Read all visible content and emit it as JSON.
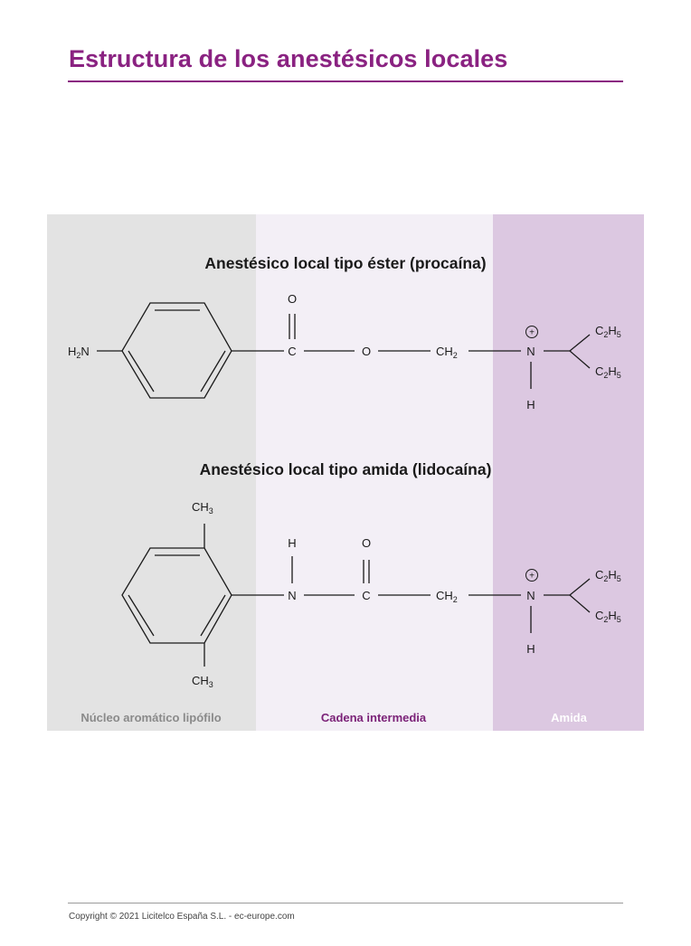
{
  "header": {
    "title": "Estructura de los anestésicos locales"
  },
  "diagram": {
    "ester": {
      "title": "Anestésico local tipo éster (procaína)",
      "amine_group": "H2N",
      "carbonyl_o": "O",
      "carbon": "C",
      "ester_o": "O",
      "ch2": "CH2",
      "nitrogen": "N",
      "charge": "+",
      "hydrogen": "H",
      "ethyl_top": "C2H5",
      "ethyl_bottom": "C2H5"
    },
    "amide": {
      "title": "Anestésico local tipo amida (lidocaína)",
      "methyl_top": "CH3",
      "methyl_bottom": "CH3",
      "nh_hydrogen": "H",
      "amide_n": "N",
      "carbonyl_o": "O",
      "carbon": "C",
      "ch2": "CH2",
      "nitrogen": "N",
      "charge": "+",
      "hydrogen": "H",
      "ethyl_top": "C2H5",
      "ethyl_bottom": "C2H5"
    },
    "regions": {
      "lipophilic": "Núcleo aromático lipófilo",
      "intermediate": "Cadena intermedia",
      "amide": "Amida"
    },
    "colors": {
      "lipophilic_bg": "#e3e3e3",
      "intermediate_bg": "#f3eff6",
      "amide_bg": "#dcc8e1",
      "lipophilic_label": "#8a8a8a",
      "intermediate_label": "#7b2278",
      "amide_label": "#ffffff"
    }
  },
  "footer": {
    "copyright": "Copyright © 2021 Licitelco España S.L. - ec-europe.com"
  }
}
